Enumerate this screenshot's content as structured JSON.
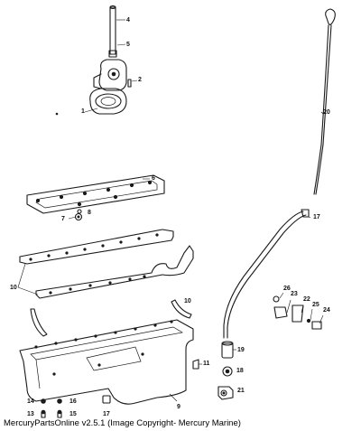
{
  "callouts": {
    "c1": "1",
    "c2": "2",
    "c4": "4",
    "c5": "5",
    "c6": "6",
    "c7": "7",
    "c8": "8",
    "c9": "9",
    "c10a": "10",
    "c10b": "10",
    "c11": "11",
    "c13": "13",
    "c14": "14",
    "c15": "15",
    "c16": "16",
    "c17a": "17",
    "c17b": "17",
    "c18": "18",
    "c19": "19",
    "c20": "20",
    "c21": "21",
    "c22": "22",
    "c23": "23",
    "c24": "24",
    "c25": "25",
    "c26": "26"
  },
  "caption": "MercuryPartsOnline v2.5.1 (Image Copyright- Mercury Marine)"
}
